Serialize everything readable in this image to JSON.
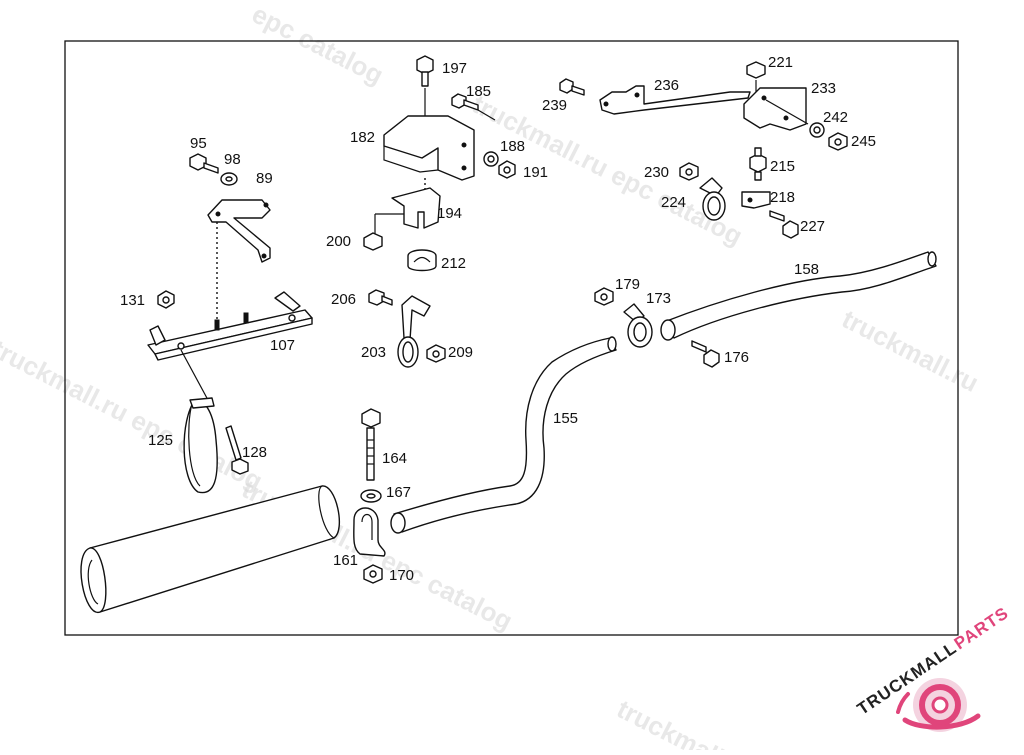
{
  "diagram": {
    "part_labels": [
      "197",
      "185",
      "182",
      "188",
      "191",
      "194",
      "200",
      "212",
      "206",
      "203",
      "209",
      "236",
      "239",
      "221",
      "233",
      "242",
      "245",
      "230",
      "215",
      "224",
      "218",
      "227",
      "95",
      "98",
      "89",
      "131",
      "107",
      "125",
      "128",
      "179",
      "173",
      "158",
      "176",
      "155",
      "164",
      "167",
      "161",
      "170"
    ]
  },
  "watermark": {
    "text_ru": "truckmall.ru epc catalog",
    "text_epc": "epc catalog",
    "text_truck": "truckmall.ru"
  },
  "logo": {
    "brand_main": "TRUCKMALL",
    "brand_accent": "PARTS",
    "accent_color": "#e0457b"
  }
}
